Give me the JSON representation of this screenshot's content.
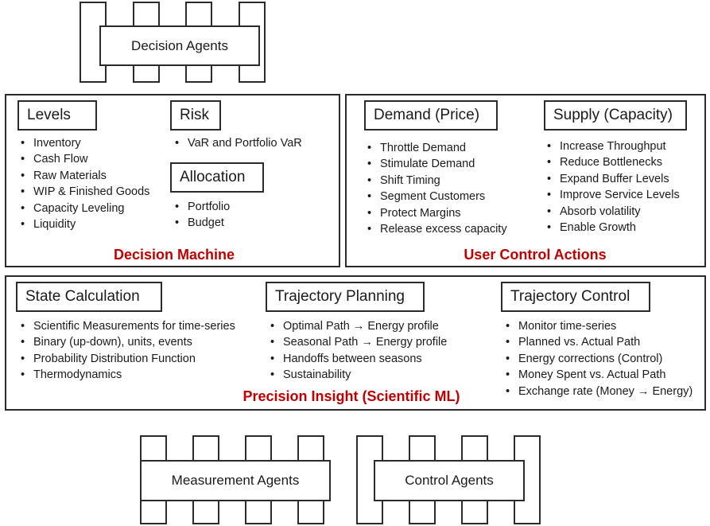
{
  "decision_agents": {
    "label": "Decision Agents"
  },
  "decision_machine": {
    "caption": "Decision Machine",
    "levels": {
      "title": "Levels",
      "items": [
        "Inventory",
        "Cash Flow",
        "Raw Materials",
        "WIP & Finished Goods",
        "Capacity Leveling",
        "Liquidity"
      ]
    },
    "risk": {
      "title": "Risk",
      "items": [
        "VaR and Portfolio VaR"
      ]
    },
    "allocation": {
      "title": "Allocation",
      "items": [
        "Portfolio",
        "Budget"
      ]
    }
  },
  "user_control_actions": {
    "caption": "User Control Actions",
    "demand": {
      "title": "Demand (Price)",
      "items": [
        "Throttle Demand",
        "Stimulate Demand",
        "Shift Timing",
        "Segment Customers",
        "Protect Margins",
        "Release excess capacity"
      ]
    },
    "supply": {
      "title": "Supply (Capacity)",
      "items": [
        "Increase Throughput",
        "Reduce Bottlenecks",
        "Expand Buffer Levels",
        "Improve Service Levels",
        "Absorb volatility",
        "Enable Growth"
      ]
    }
  },
  "precision_insight": {
    "caption": "Precision Insight (Scientific ML)",
    "state_calculation": {
      "title": "State Calculation",
      "items": [
        "Scientific Measurements for time-series",
        "Binary (up-down), units, events",
        "Probability Distribution Function",
        "Thermodynamics"
      ]
    },
    "trajectory_planning": {
      "title": "Trajectory Planning",
      "items": [
        "Optimal Path → Energy profile",
        "Seasonal Path → Energy profile",
        "Handoffs between seasons",
        "Sustainability"
      ]
    },
    "trajectory_control": {
      "title": "Trajectory Control",
      "items": [
        "Monitor time-series",
        "Planned vs. Actual Path",
        "Energy corrections (Control)",
        "Money Spent vs. Actual Path",
        "Exchange rate (Money → Energy)"
      ]
    }
  },
  "measurement_agents": {
    "label": "Measurement Agents"
  },
  "control_agents": {
    "label": "Control Agents"
  },
  "colors": {
    "caption_red": "#c00000",
    "border": "#2b2b2b"
  }
}
